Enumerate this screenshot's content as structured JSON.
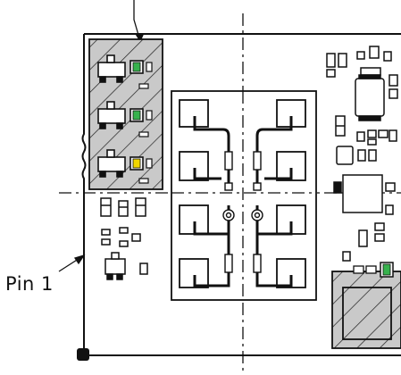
{
  "labels": {
    "pin1": "Pin 1"
  },
  "colors": {
    "outline": "#111111",
    "hatch_fill": "#c9c9c9",
    "led_green": "#37b24d",
    "led_yellow": "#f1d600",
    "background": "#ffffff"
  },
  "status_leds": [
    "green",
    "green",
    "yellow"
  ],
  "corner_led": "green"
}
